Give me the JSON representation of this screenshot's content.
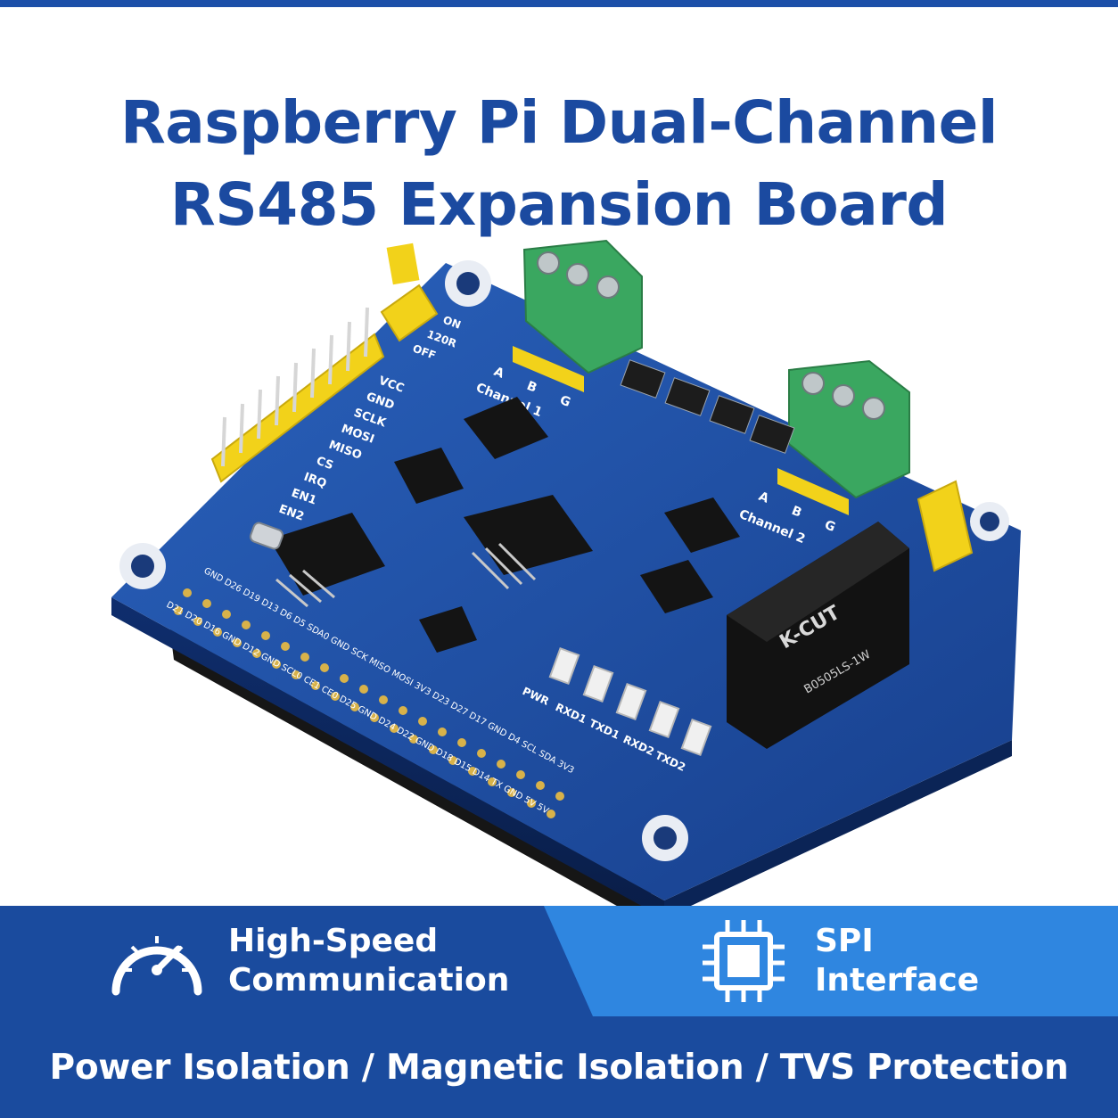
{
  "title": {
    "line1": "Raspberry Pi Dual-Channel",
    "line2": "RS485 Expansion Board"
  },
  "colors": {
    "title": "#1b4aa0",
    "band_left": "#1a4b9e",
    "band_right": "#2f86e0",
    "pcb": "#1e4fa3",
    "terminal": "#3aa760",
    "header": "#f2d21a"
  },
  "board": {
    "pin_labels": [
      "VCC",
      "GND",
      "SCLK",
      "MOSI",
      "MISO",
      "CS",
      "IRQ",
      "EN1",
      "EN2"
    ],
    "jumper_labels": [
      "ON",
      "120R",
      "OFF"
    ],
    "terminal_pins": [
      "A",
      "B",
      "G"
    ],
    "channel1": "Channel 1",
    "channel2": "Channel 2",
    "led_labels": [
      "PWR",
      "RXD1",
      "TXD1",
      "RXD2",
      "TXD2"
    ],
    "dcdc_brand": "K-CUT",
    "dcdc_model": "B0505LS-1W",
    "gpio_row1": "GND D26 D19 D13 D6 D5 SDA0 GND SCK MISO MOSI 3V3 D23 D27 D17 GND D4 SCL SDA 3V3",
    "gpio_row2": "D21 D20 D16 GND D12 GND SCL0 CE1 CE0 D25 GND D24 D22 GND D18 D15 D14 TX GND 5V 5V"
  },
  "features": [
    {
      "icon": "gauge-icon",
      "line1": "High-Speed",
      "line2": "Communication"
    },
    {
      "icon": "chip-icon",
      "line1": "SPI",
      "line2": "Interface"
    }
  ],
  "bottom_text": "Power Isolation / Magnetic Isolation / TVS Protection"
}
